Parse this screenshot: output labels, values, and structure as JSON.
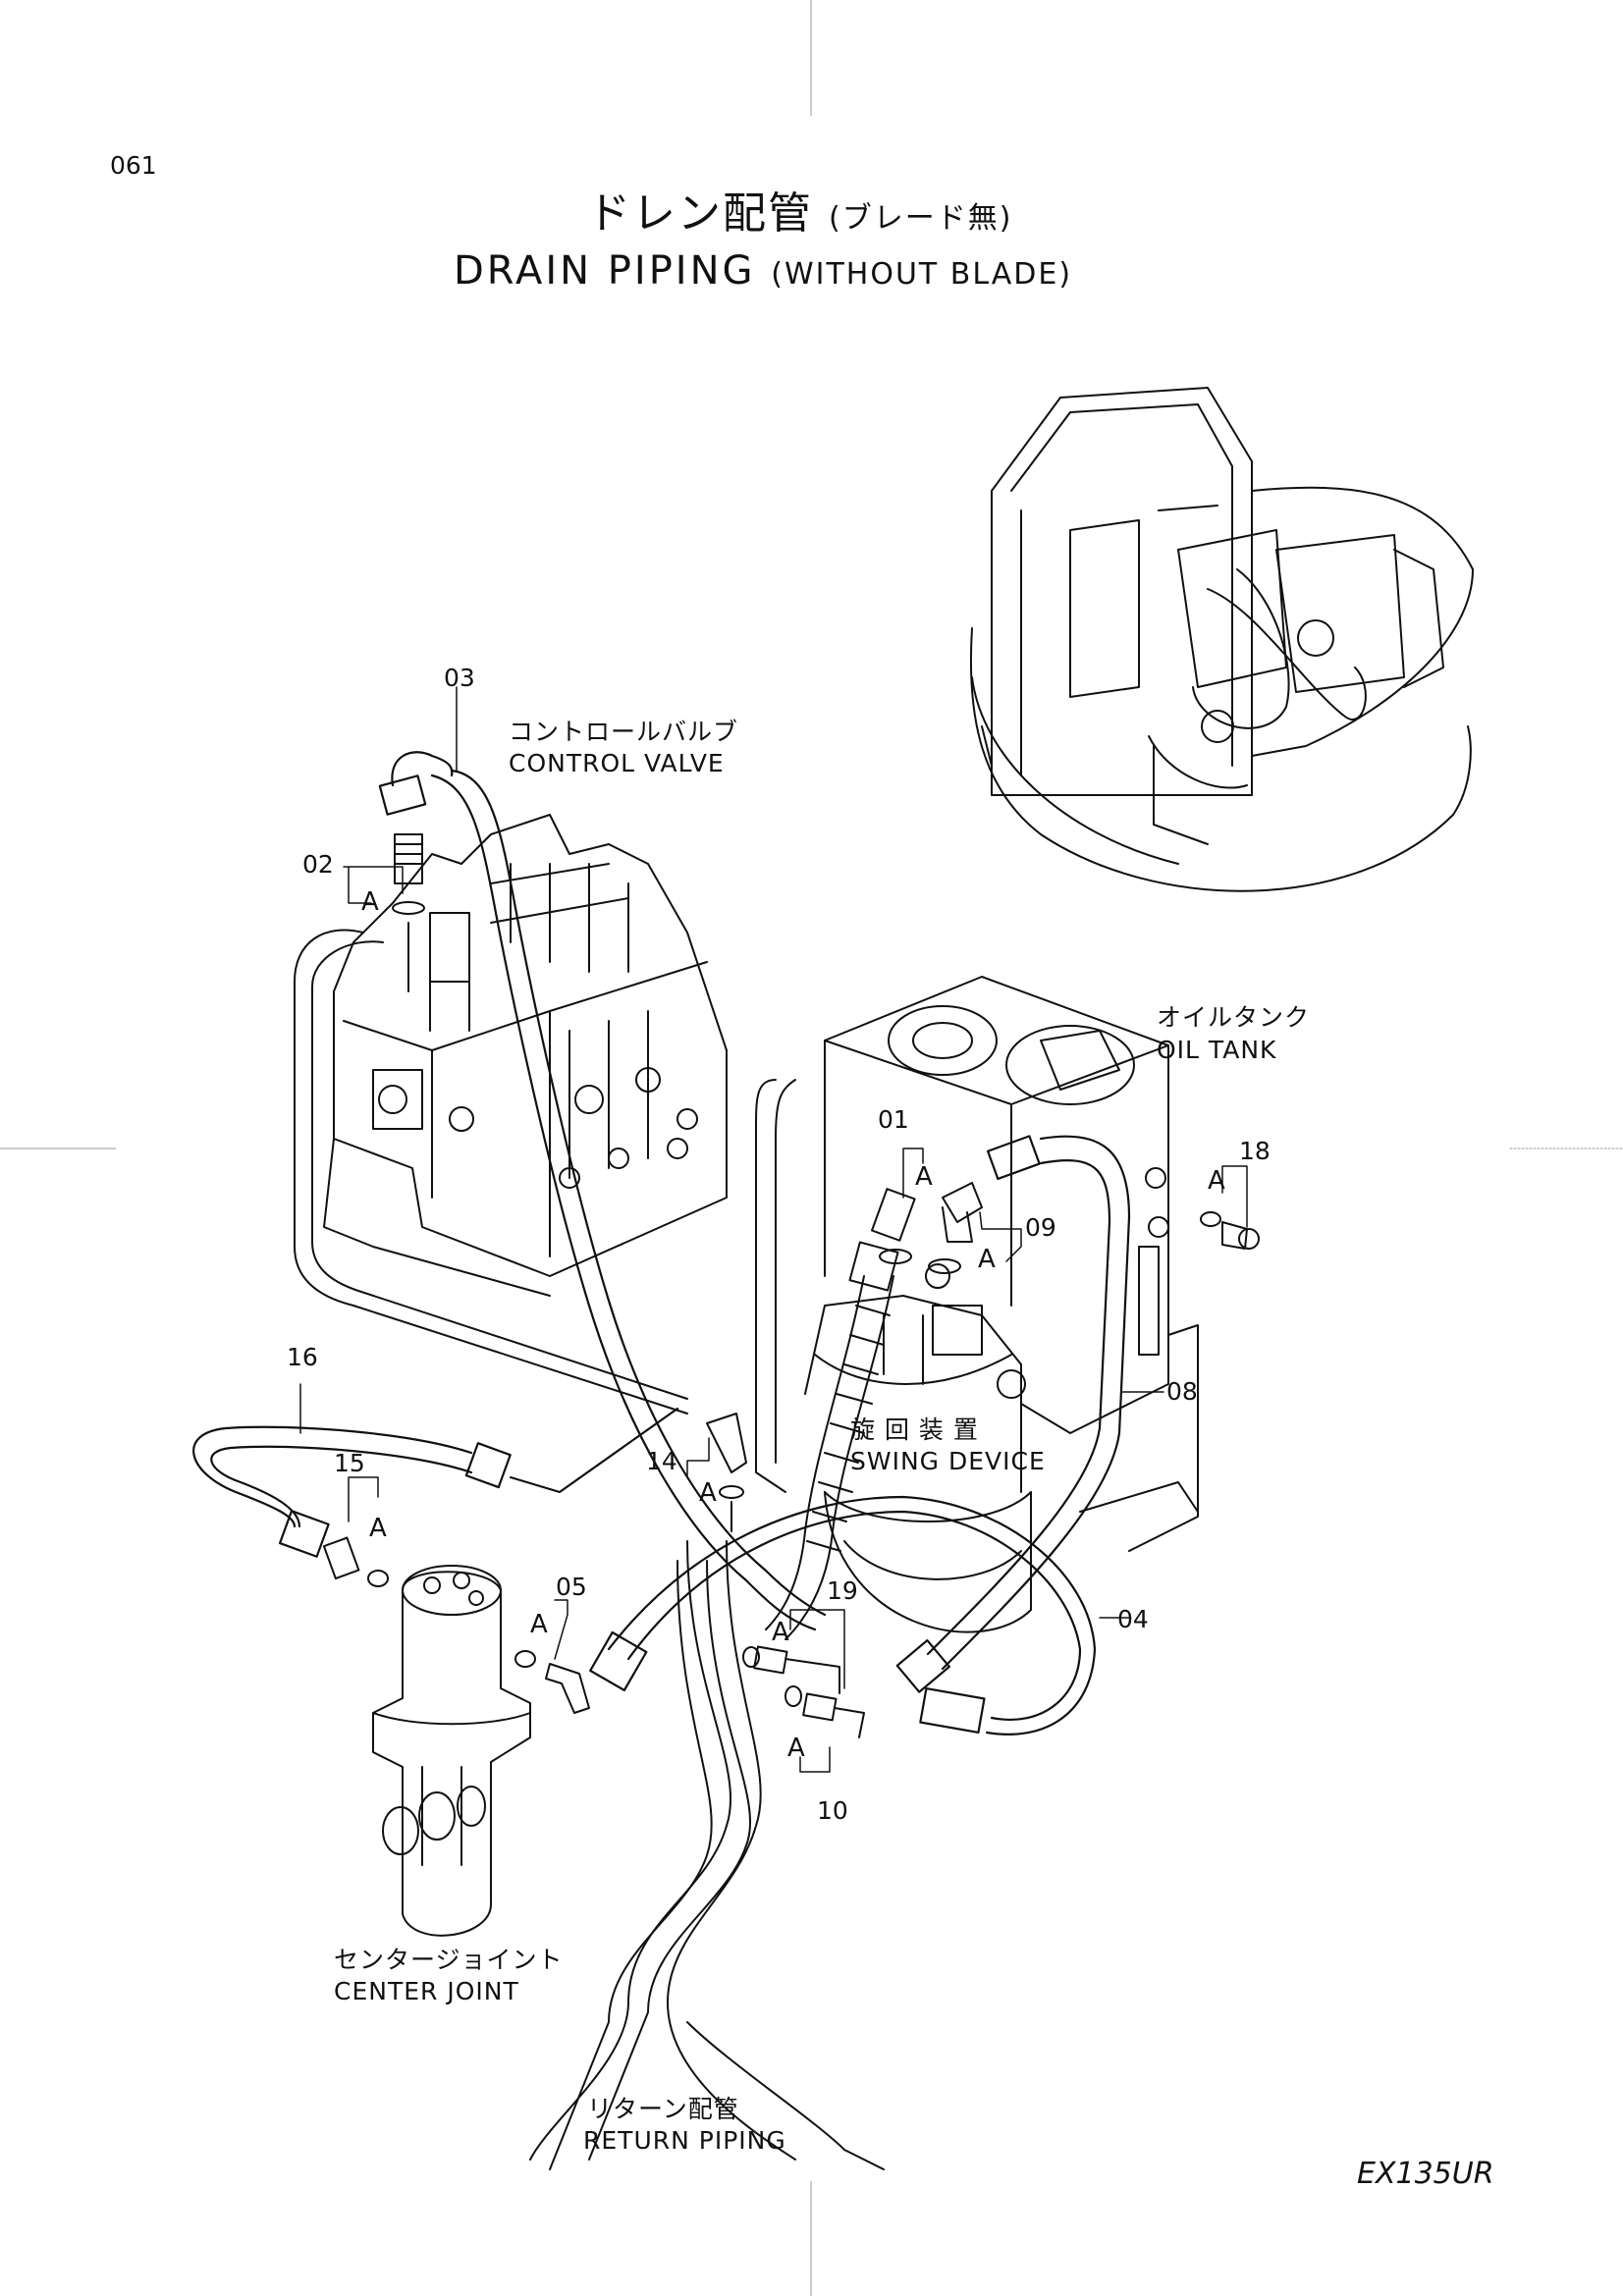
{
  "page_number": "061",
  "title": {
    "jp": "ドレン配管",
    "jp_sub": "(ブレード無)",
    "en": "DRAIN PIPING",
    "en_sub": "(WITHOUT BLADE)"
  },
  "components": {
    "control_valve": {
      "jp": "コントロールバルブ",
      "en": "CONTROL VALVE"
    },
    "oil_tank": {
      "jp": "オイルタンク",
      "en": "OIL TANK"
    },
    "swing_device": {
      "jp": "旋 回 装 置",
      "en": "SWING DEVICE"
    },
    "center_joint": {
      "jp": "センタージョイント",
      "en": "CENTER JOINT"
    },
    "return_piping": {
      "jp": "リターン配管",
      "en": "RETURN PIPING"
    }
  },
  "part_numbers": [
    "01",
    "02",
    "03",
    "04",
    "05",
    "08",
    "09",
    "10",
    "14",
    "15",
    "16",
    "18",
    "19"
  ],
  "section_mark": "A",
  "model": "EX135UR"
}
